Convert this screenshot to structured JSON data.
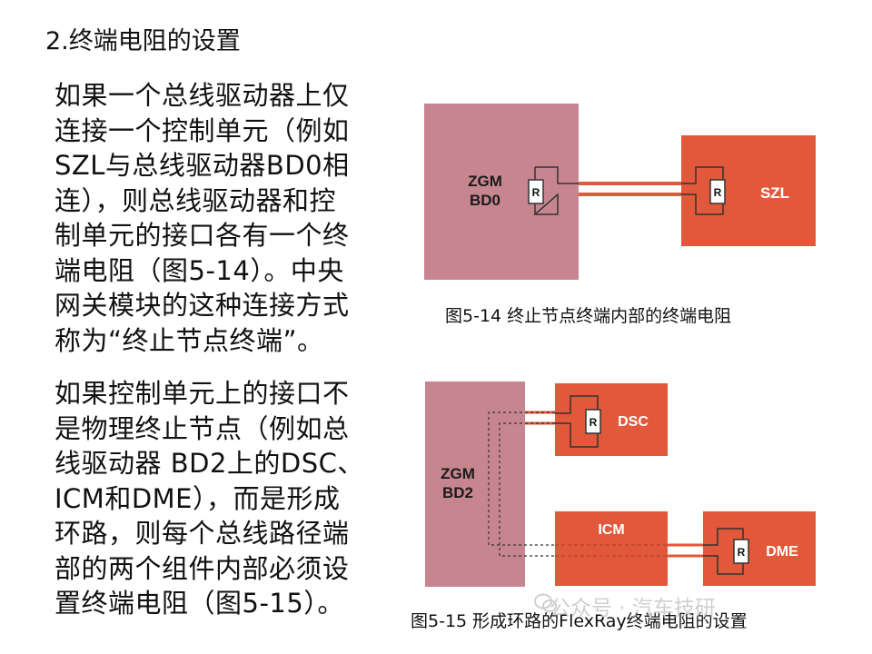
{
  "section_title": "2.终端电阻的设置",
  "paragraph1": [
    "如果一个总线驱动器上仅",
    "连接一个控制单元（例如",
    "SZL与总线驱动器BD0相",
    "连），则总线驱动器和控",
    "制单元的接口各有一个终",
    "端电阻（图5-14）。中央",
    "网关模块的这种连接方式",
    "称为“终止节点终端”。"
  ],
  "paragraph2": [
    "如果控制单元上的接口不",
    "是物理终止节点（例如总",
    "线驱动器 BD2上的DSC、",
    "ICM和DME），而是形成",
    "环路，则每个总线路径端",
    "部的两个组件内部必须设",
    "置终端电阻（图5-15）。"
  ],
  "figure1": {
    "caption": "图5-14  终止节点终端内部的终端电阻",
    "driver_line1": "ZGM",
    "driver_line2": "BD0",
    "unit": "SZL",
    "resistor": "R"
  },
  "figure2": {
    "caption": "图5-15   形成环路的FlexRay终端电阻的设置",
    "driver_line1": "ZGM",
    "driver_line2": "BD2",
    "unit_dsc": "DSC",
    "unit_icm": "ICM",
    "unit_dme": "DME",
    "resistor": "R"
  },
  "watermark": "公众号 · 汽车技研",
  "colors": {
    "driver_fill": "#c7868f",
    "unit_fill": "#e2583a",
    "bus_line": "#e2583a",
    "text_dark": "#111111"
  }
}
